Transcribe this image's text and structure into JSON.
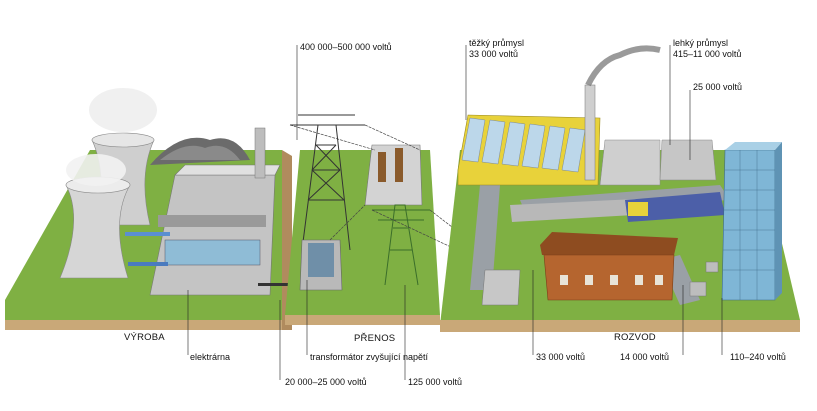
{
  "sections": {
    "generation": "VÝROBA",
    "transmission": "PŘENOS",
    "distribution": "ROZVOD"
  },
  "labels": {
    "power_plant": "elektrárna",
    "step_up_transformer": "transformátor zvyšující napětí",
    "gen_voltage": "20 000–25 000 voltů",
    "transmission_voltage": "400 000–500 000 voltů",
    "v125k": "125 000 voltů",
    "heavy_industry": "těžký průmysl",
    "heavy_industry_voltage": "33 000 voltů",
    "light_industry": "lehký průmysl",
    "light_industry_voltage": "415–11 000 voltů",
    "v25k": "25 000 voltů",
    "v33k": "33 000 voltů",
    "v14k": "14 000 voltů",
    "household_voltage": "110–240 voltů"
  },
  "colors": {
    "grass": "#7fb043",
    "grass_dark": "#5f8c2e",
    "soil": "#c9a878",
    "building_roof": "#d9d9d9",
    "factory_yellow": "#e8d23a",
    "house_brick": "#b5652f",
    "tower_glass": "#7fb6d6"
  }
}
